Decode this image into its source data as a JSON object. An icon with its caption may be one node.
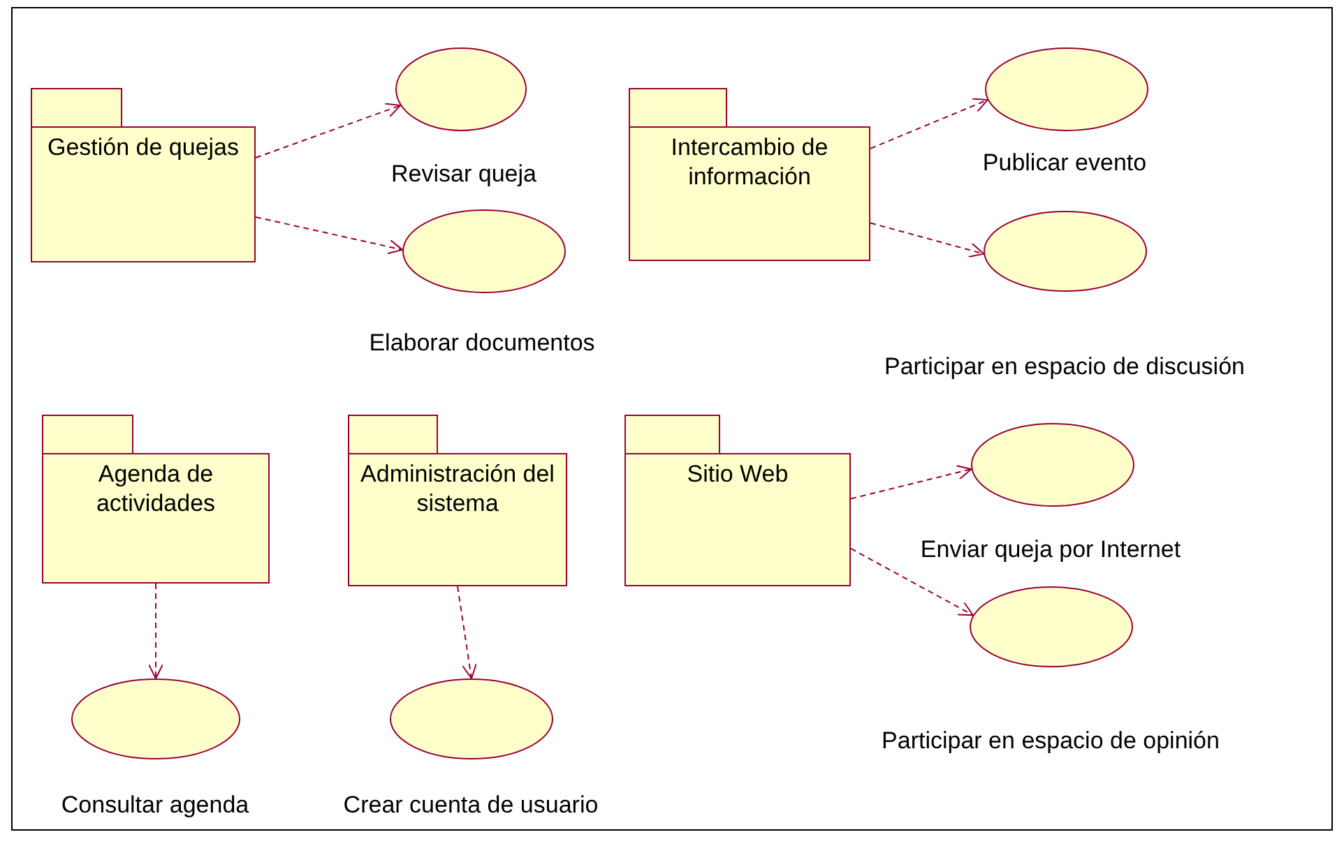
{
  "diagram": {
    "nodes": [
      {
        "text": [
          "Gestión de quejas"
        ]
      },
      {
        "text": [],
        "shape": "ellipse",
        "beside": [
          "Revisar queja"
        ]
      },
      {
        "text": [],
        "shape": "ellipse",
        "beside": [
          "Elaborar documentos"
        ]
      },
      {
        "text": [
          "Intercambio de información"
        ]
      },
      {
        "text": [],
        "shape": "ellipse",
        "beside": [
          "Publicar evento"
        ]
      },
      {
        "text": [],
        "shape": "ellipse",
        "beside": [
          "Participar en espacio de discusión"
        ]
      },
      {
        "text": [
          "Agenda de actividades"
        ]
      },
      {
        "text": [
          "Administración del sistema"
        ]
      },
      {
        "text": [
          "Sitio Web"
        ]
      },
      {
        "text": [],
        "shape": "ellipse",
        "beside": [
          "Enviar queja por Internet"
        ]
      },
      {
        "text": [],
        "shape": "ellipse",
        "beside": [
          "Consultar agenda"
        ]
      },
      {
        "text": [],
        "shape": "ellipse",
        "beside": [
          "Crear cuenta de usuario"
        ]
      },
      {
        "text": [],
        "shape": "ellipse",
        "beside": [
          "Participar en espacio de opinión"
        ]
      }
    ],
    "edges": [
      {
        "from": 0,
        "to": 1,
        "arrow": "to",
        "style": "dashed"
      },
      {
        "from": 0,
        "to": 2,
        "arrow": "to",
        "style": "dashed"
      },
      {
        "from": 3,
        "to": 4,
        "arrow": "to",
        "style": "dashed"
      },
      {
        "from": 3,
        "to": 5,
        "arrow": "to",
        "style": "dashed"
      },
      {
        "from": 6,
        "to": 10,
        "arrow": "to",
        "style": "dashed"
      },
      {
        "from": 7,
        "to": 11,
        "arrow": "to",
        "style": "dashed"
      },
      {
        "from": 8,
        "to": 9,
        "arrow": "to",
        "style": "dashed"
      },
      {
        "from": 8,
        "to": 12,
        "arrow": "to",
        "style": "dashed"
      }
    ]
  }
}
